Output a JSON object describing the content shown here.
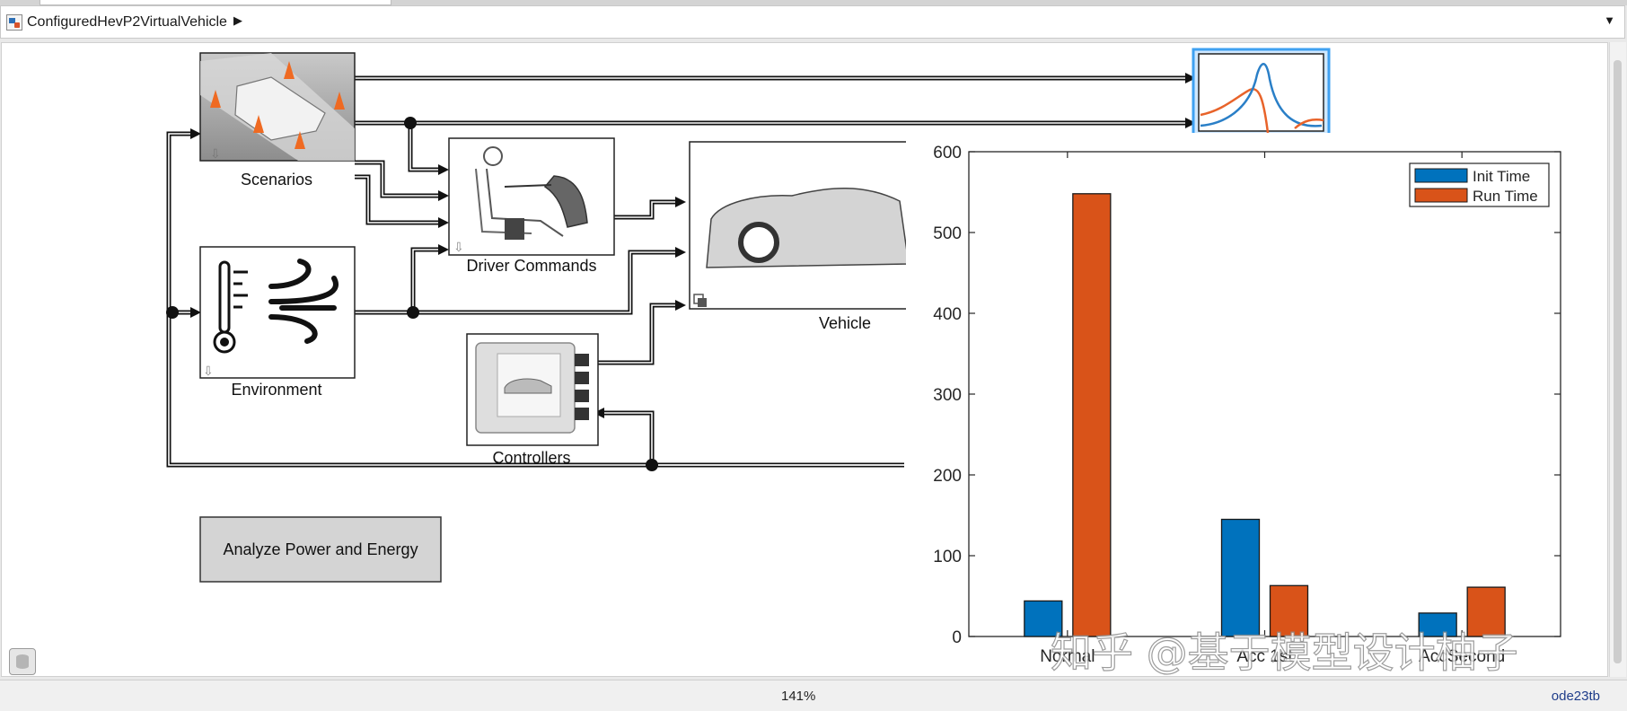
{
  "breadcrumb": {
    "model_name": "ConfiguredHevP2VirtualVehicle",
    "arrow": "▶",
    "dropdown": "▼"
  },
  "blocks": {
    "scenarios": "Scenarios",
    "driver_commands": "Driver Commands",
    "environment": "Environment",
    "vehicle": "Vehicle",
    "controllers": "Controllers",
    "analyze_button": "Analyze Power and Energy"
  },
  "status_bar": {
    "zoom": "141%",
    "solver": "ode23tb"
  },
  "watermark": "知乎 @基于模型设计柚子",
  "chart_data": {
    "type": "bar",
    "categories": [
      "Normal",
      "Acc 1st",
      "AccSecond"
    ],
    "series": [
      {
        "name": "Init Time",
        "values": [
          44,
          145,
          29
        ],
        "color": "#0072bd"
      },
      {
        "name": "Run Time",
        "values": [
          548,
          63,
          61
        ],
        "color": "#d95319"
      }
    ],
    "ylim": [
      0,
      600
    ],
    "yticks": [
      0,
      100,
      200,
      300,
      400,
      500,
      600
    ],
    "legend": "top-right",
    "grid": false
  }
}
